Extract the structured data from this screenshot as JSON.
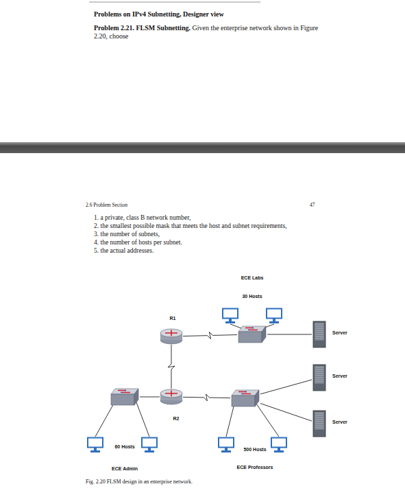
{
  "diagram": {
    "title": "Problems on IPv4 Subnetting, Designer view",
    "caption": "Fig. 2.20 FLSM design in an enterprise network.",
    "nodes": [
      {
        "text": [
          "ECE Labs",
          "30 Hosts"
        ]
      },
      {
        "text": [
          "R1"
        ]
      },
      {
        "text": [
          "Server"
        ]
      },
      {
        "text": [
          "Server"
        ]
      },
      {
        "text": [
          "Server"
        ]
      },
      {
        "text": [
          "R2"
        ]
      },
      {
        "text": [
          "60 Hosts",
          "ECE Admin"
        ]
      },
      {
        "text": [
          "500 Hosts",
          "ECE Professors"
        ]
      }
    ],
    "edges": [
      {
        "from": 1,
        "to": 0,
        "arrow": "none"
      },
      {
        "from": 0,
        "to": 2,
        "arrow": "none"
      },
      {
        "from": 1,
        "to": 5,
        "arrow": "none"
      },
      {
        "from": 5,
        "to": 6,
        "arrow": "none"
      },
      {
        "from": 5,
        "to": 7,
        "arrow": "none"
      },
      {
        "from": 7,
        "to": 3,
        "arrow": "none"
      },
      {
        "from": 7,
        "to": 4,
        "arrow": "none"
      }
    ],
    "labels": [
      "Problem 2.21. FLSM Subnetting.",
      "Given the enterprise network shown in Figure 2.20, choose",
      "2.6 Problem Section",
      "47",
      "1. a private, class B network number,",
      "2. the smallest possible mask that meets the host and subnet requirements,",
      "3. the number of subnets,",
      "4. the number of hosts per subnet.",
      "5. the actual addresses."
    ]
  }
}
